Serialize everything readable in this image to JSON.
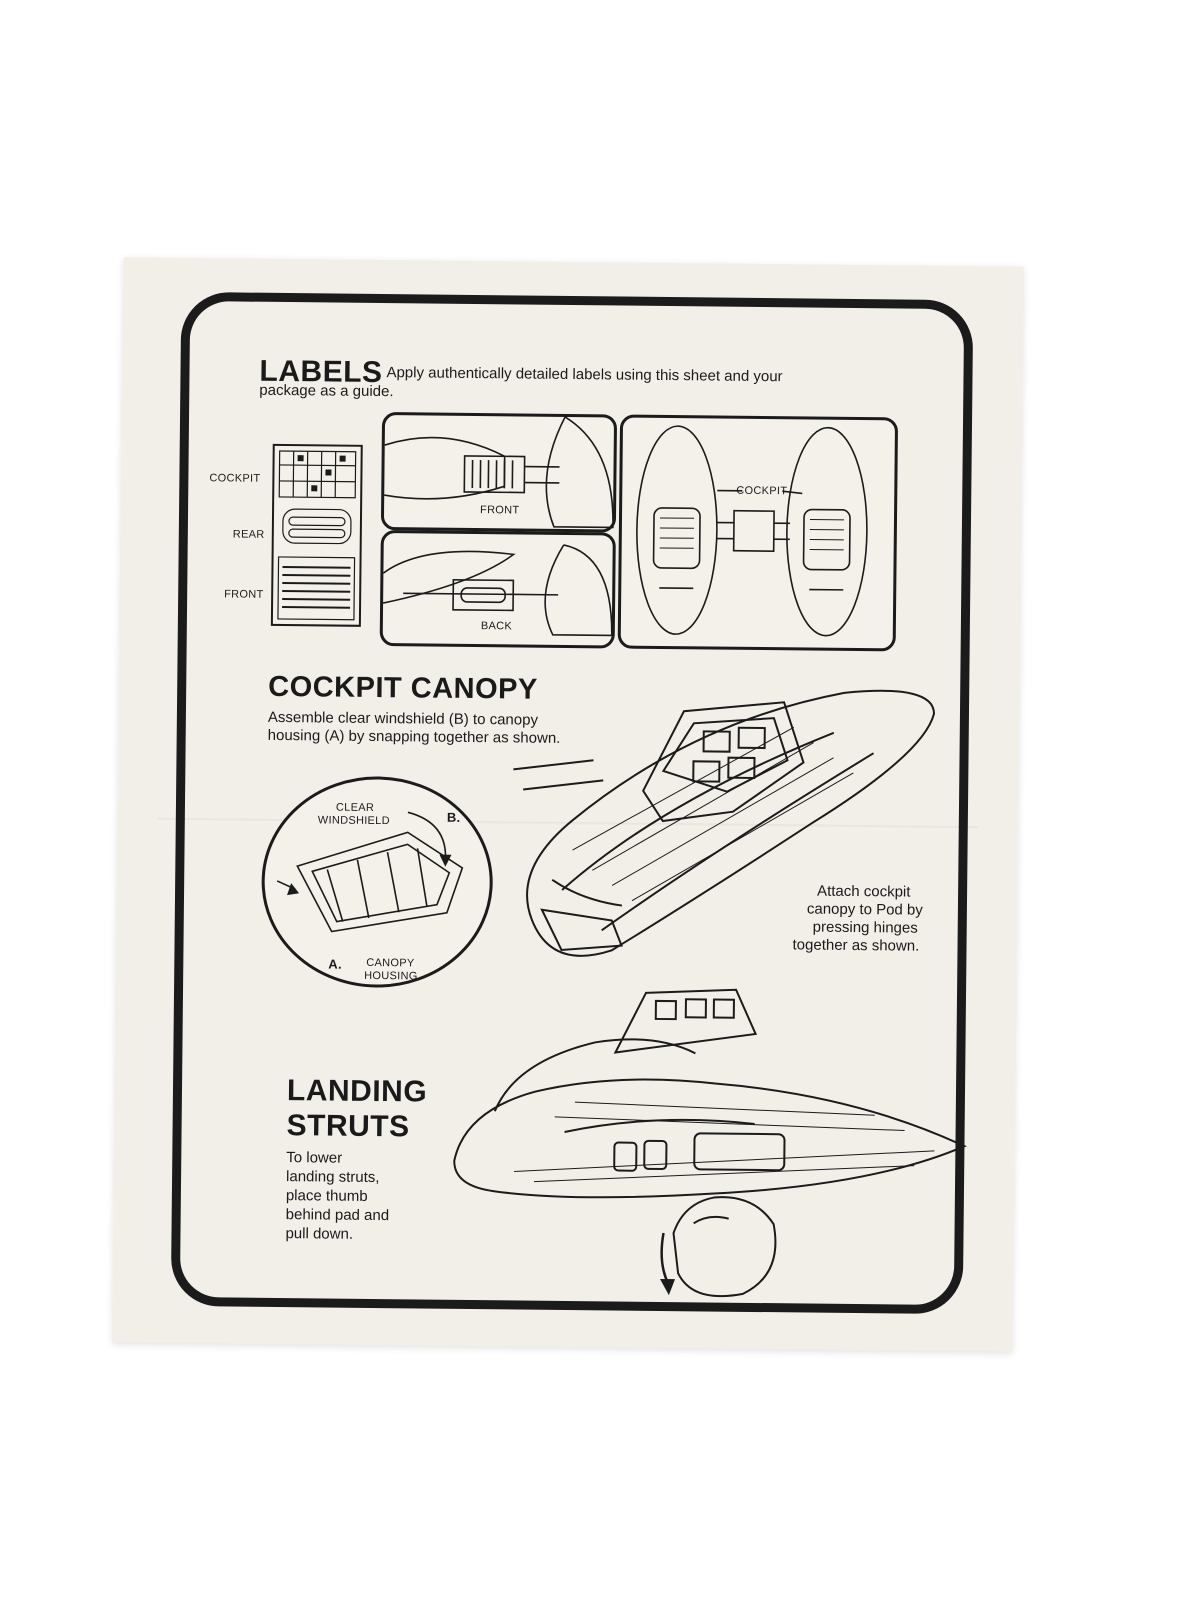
{
  "labels_section": {
    "heading": "LABELS",
    "text_line1": "Apply authentically detailed labels using this sheet and your",
    "text_line2": "package as a guide.",
    "sticker_labels": [
      "COCKPIT",
      "REAR",
      "FRONT"
    ],
    "panel_front": "FRONT",
    "panel_back": "BACK",
    "panel_cockpit": "COCKPIT"
  },
  "canopy_section": {
    "heading": "COCKPIT CANOPY",
    "text_line1": "Assemble clear windshield (B) to canopy",
    "text_line2": "housing (A) by snapping together as shown.",
    "clear_windshield_1": "CLEAR",
    "clear_windshield_2": "WINDSHIELD",
    "letter_b": "B.",
    "letter_a": "A.",
    "canopy_housing_1": "CANOPY",
    "canopy_housing_2": "HOUSING",
    "attach_line1": "Attach cockpit",
    "attach_line2": "canopy to Pod by",
    "attach_line3": "pressing hinges",
    "attach_line4": "together as shown."
  },
  "struts_section": {
    "heading_line1": "LANDING",
    "heading_line2": "STRUTS",
    "text_line1": "To lower",
    "text_line2": "landing struts,",
    "text_line3": "place thumb",
    "text_line4": "behind pad and",
    "text_line5": "pull down."
  }
}
